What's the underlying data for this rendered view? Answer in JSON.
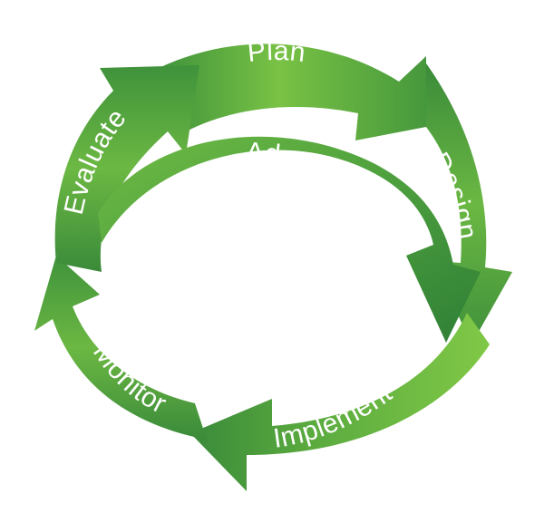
{
  "diagram": {
    "steps": [
      "Plan",
      "Design",
      "Implement",
      "Monitor",
      "Evaluate"
    ],
    "feedback_step": "Adapt",
    "colors": {
      "light_green": "#7cc444",
      "mid_green": "#5aaa3f",
      "dark_green": "#3a8a3a",
      "text": "#ffffff"
    }
  }
}
